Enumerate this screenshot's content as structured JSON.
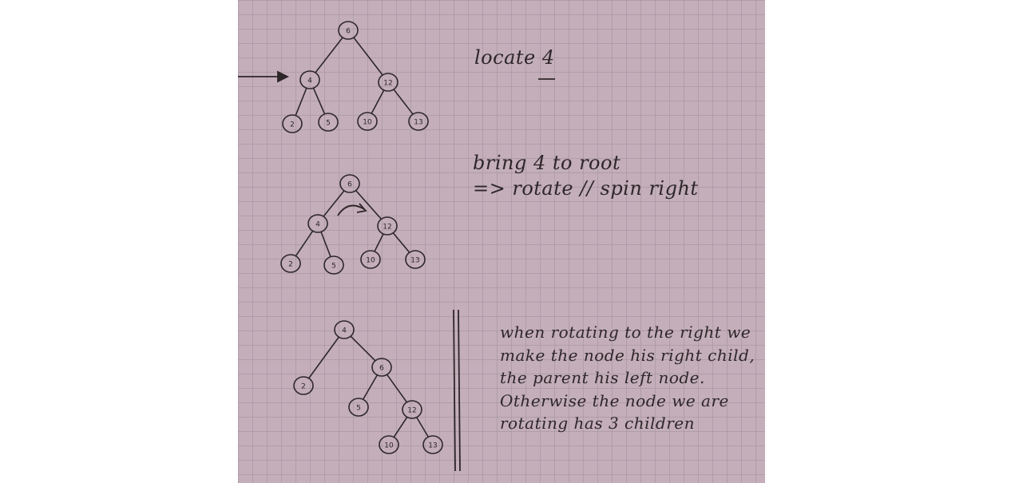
{
  "colors": {
    "paper": "#c3aeb9",
    "grid": "#9f8f9b",
    "ink": "#2e2629",
    "page_background": "#ffffff"
  },
  "notes": {
    "step1": "locate 4",
    "step2_line1": "bring 4 to root",
    "step2_line2": "=> rotate // spin right",
    "explanation": "when rotating to the right we make the node his right child, the parent his left node. Otherwise the node we are rotating has 3 children"
  },
  "trees": {
    "tree1": [
      "6",
      "4",
      "12",
      "2",
      "5",
      "10",
      "13"
    ],
    "tree2": [
      "6",
      "4",
      "12",
      "2",
      "5",
      "10",
      "13"
    ],
    "tree3": [
      "4",
      "2",
      "6",
      "5",
      "12",
      "10",
      "13"
    ]
  }
}
